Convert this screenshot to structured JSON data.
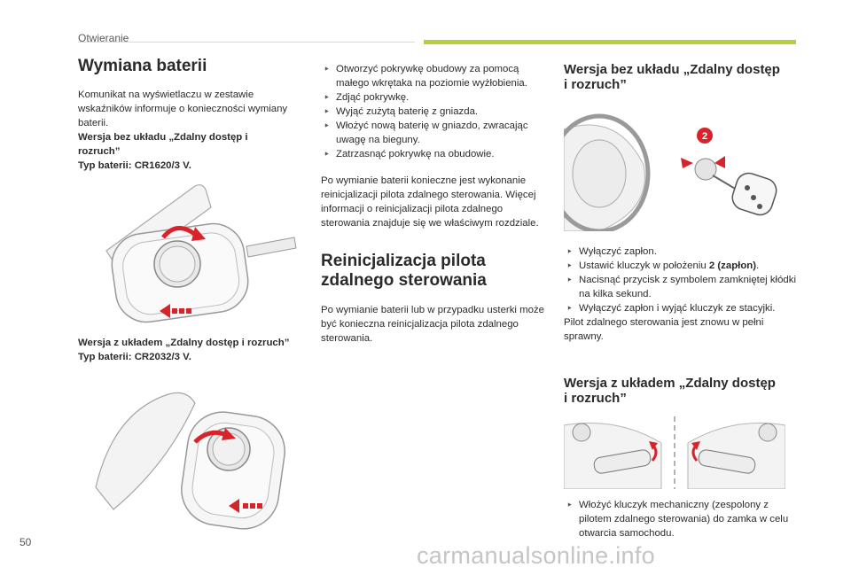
{
  "header": {
    "section": "Otwieranie"
  },
  "col1": {
    "title": "Wymiana baterii",
    "intro": "Komunikat na wyświetlaczu w zestawie wskaźników informuje o konieczności wymiany baterii.",
    "v1_label_a": "Wersja bez układu „Zdalny dostęp i",
    "v1_label_b": "rozruch”",
    "v1_battery": "Typ baterii: CR1620/3 V.",
    "v2_label": "Wersja z układem „Zdalny dostęp i rozruch”",
    "v2_battery": "Typ baterii: CR2032/3 V."
  },
  "col2": {
    "steps": [
      "Otworzyć pokrywkę obudowy za pomocą małego wkrętaka na poziomie wyżłobienia.",
      "Zdjąć pokrywkę.",
      "Wyjąć zużytą baterię z gniazda.",
      "Włożyć nową baterię w gniazdo, zwracając uwagę na bieguny.",
      "Zatrzasnąć pokrywkę na obudowie."
    ],
    "after_text": "Po wymianie baterii konieczne jest wykonanie reinicjalizacji pilota zdalnego sterowania. Więcej informacji o reinicjalizacji pilota zdalnego sterowania znajduje się we właściwym rozdziale.",
    "reinit_title_1": "Reinicjalizacja pilota",
    "reinit_title_2": "zdalnego sterowania",
    "reinit_text": "Po wymianie baterii lub w przypadku usterki może być konieczna reinicjalizacja pilota zdalnego sterowania."
  },
  "col3": {
    "v1_title_1": "Wersja bez układu „Zdalny dostęp",
    "v1_title_2": "i rozruch”",
    "figure_badge": "2",
    "steps": [
      {
        "text": "Wyłączyć zapłon.",
        "bold": "",
        "after": ""
      },
      {
        "text": "Ustawić kluczyk w położeniu ",
        "bold": "2 (zapłon)",
        "after": "."
      },
      {
        "text": "Nacisnąć przycisk z symbolem zamkniętej kłódki na kilka sekund.",
        "bold": "",
        "after": ""
      },
      {
        "text": "Wyłączyć zapłon i wyjąć kluczyk ze stacyjki.",
        "bold": "",
        "after": ""
      }
    ],
    "after_text": "Pilot zdalnego sterowania jest znowu w pełni sprawny.",
    "v2_title_1": "Wersja z układem „Zdalny dostęp",
    "v2_title_2": "i rozruch”",
    "v2_steps": [
      "Włożyć kluczyk mechaniczny (zespolony z pilotem zdalnego sterowania) do zamka w celu otwarcia samochodu."
    ]
  },
  "footer": {
    "page_number": "50",
    "watermark": "carmanualsonline.info"
  },
  "colors": {
    "accent_green": "#b3d335",
    "arrow_red": "#d8232a"
  }
}
